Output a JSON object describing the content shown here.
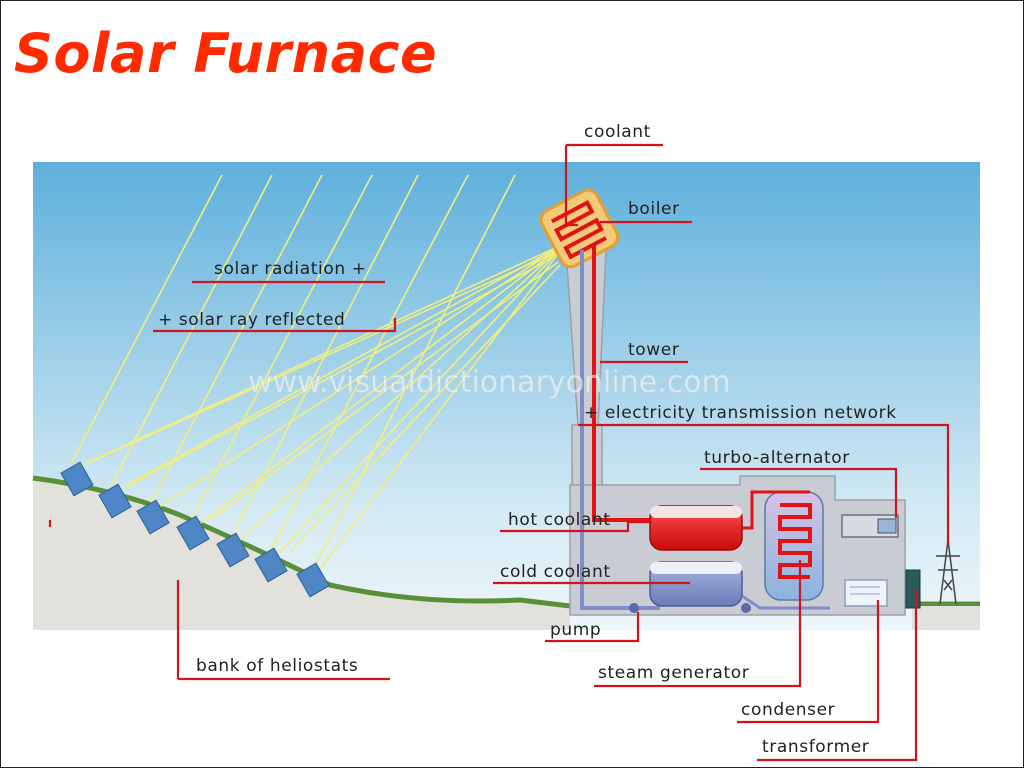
{
  "title": "Solar Furnace",
  "watermark": "www.visualdictionaryonline.com",
  "labels": {
    "coolant": "coolant",
    "boiler": "boiler",
    "solar_radiation": "solar radiation +",
    "solar_ray_reflected": "+ solar ray reflected",
    "tower": "tower",
    "electricity_transmission_network": "+ electricity transmission network",
    "turbo_alternator": "turbo-alternator",
    "hot_coolant": "hot coolant",
    "cold_coolant": "cold coolant",
    "pump": "pump",
    "steam_generator": "steam generator",
    "condenser": "condenser",
    "transformer": "transformer",
    "bank_of_heliostats": "bank of heliostats"
  },
  "colors": {
    "title": "#ff2a00",
    "leader_line": "#d0141e",
    "sky_top": "#5eb0dc",
    "sky_bottom": "#eef6fa",
    "ground": "#e2e0dc",
    "grass": "#5a8f3a",
    "hot_coolant": "#e01414",
    "cold_coolant": "#7f8fc6",
    "sun_ray": "#f2f07a"
  }
}
